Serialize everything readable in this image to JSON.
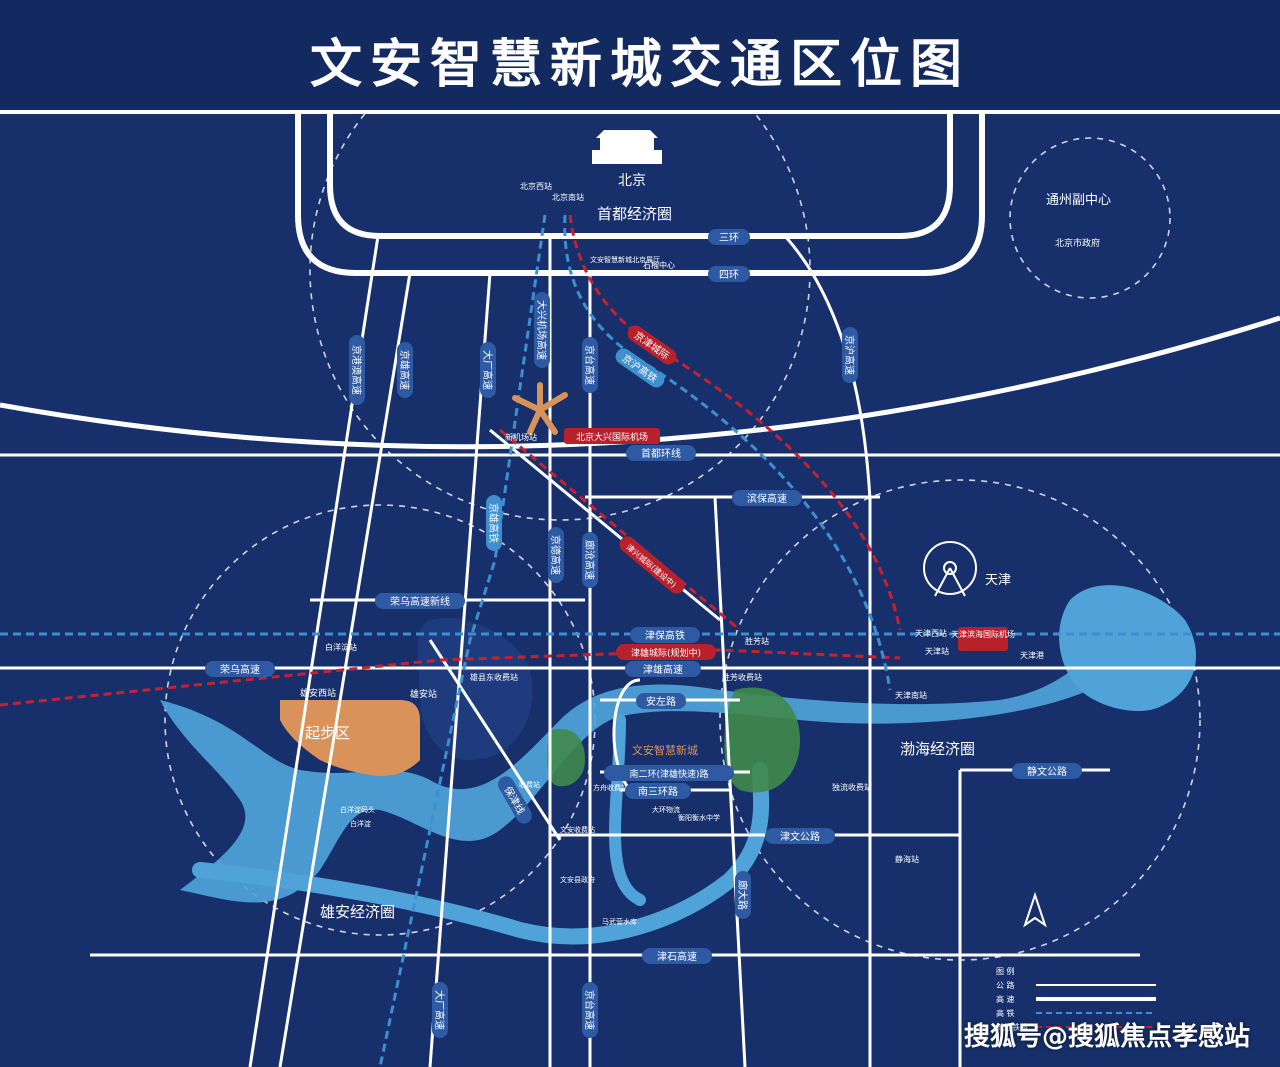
{
  "title": "文安智慧新城交通区位图",
  "colors": {
    "background": "#17306b",
    "header": "#132a60",
    "road": "#ffffff",
    "water": "#4fa3d9",
    "intercity_rail": "#c8202f",
    "highspeed_rail": "#3e8fd0",
    "zone_orange": "#d9925a",
    "road_badge": "#2d5aa3",
    "red_badge": "#b8202c"
  },
  "places": {
    "beijing": "北京",
    "capital_circle": "首都经济圈",
    "beijing_west_station": "北京西站",
    "beijing_south_station": "北京南站",
    "tongzhou": "通州副中心",
    "beijing_gov": "北京市政府",
    "wenan_beijing_hall": "文安智慧新城北京展厅",
    "shiliu_center": "石榴中心",
    "airport_station": "新机场站",
    "daxing_airport": "北京大兴国际机场",
    "tianjin": "天津",
    "tianjin_airport": "天津滨海国际机场",
    "tianjin_west": "天津西站",
    "tianjin_station": "天津站",
    "tianjin_port": "天津港",
    "tianjin_south": "天津南站",
    "shengfang": "胜芳站",
    "shengfang_toll": "胜芳收费站",
    "baiyangdian": "白洋淀站",
    "xiongan_west": "雄安西站",
    "xiongan_station": "雄安站",
    "xiongxian_east_toll": "雄县东收费站",
    "qibu": "起步区",
    "baiyangdian_pier": "白洋淀码头",
    "baiyangdian_lake": "白洋淀",
    "xiongan_circle": "雄安经济圈",
    "bohai_circle": "渤海经济圈",
    "wenan_city": "文安智慧新城",
    "wenan_toll": "文安收费站",
    "wenan_gov": "文安县政府",
    "shoufei": "收费站",
    "fangzhou_toll": "方舟收费站",
    "duliu_toll": "独流收费站",
    "jinghai_station": "静海站",
    "wuzhuangdian": "马武营水库",
    "dahuan_logistics": "大环物流",
    "hengshui_school": "衡阳衡水中学"
  },
  "roads": {
    "ring3": "三环",
    "ring4": "四环",
    "capital_ring": "首都环线",
    "binbao": "滨保高速",
    "rongwu_new": "荣乌高速新线",
    "rongwu": "荣乌高速",
    "jinbao_hsr": "津保高铁",
    "jinxiong_intercity": "津雄城际(规划中)",
    "jinxiong_expressway": "津雄高速",
    "anzuo": "安左路",
    "south_ring2": "南二环(津雄快速)路",
    "south_ring3": "南三环路",
    "jinwen": "津文公路",
    "jingwen": "静文公路",
    "jinshi": "津石高速",
    "jinggangao": "京港澳高速",
    "jingxiong": "京雄高速",
    "daguang": "大厂高速",
    "daxing_airport_exp": "大兴机场高速",
    "jingtai": "京台高速",
    "jinghu": "京沪高速",
    "jingxiong_hsr": "京雄高铁",
    "jingde": "京德高速",
    "langcang": "廊沧高速",
    "jinxing_intercity": "津兴城际(建设中)",
    "jingjin_intercity": "京津城际",
    "jinghu_hsr": "京沪高铁",
    "baojin": "保津线",
    "dagong": "廊大路",
    "daguang2": "大厂高速",
    "jingtai2": "京台高速"
  },
  "legend": {
    "title": "图 例",
    "items": [
      "公 路",
      "高 速",
      "高 铁",
      "城际铁路"
    ]
  },
  "watermark": "搜狐号@搜狐焦点孝感站"
}
